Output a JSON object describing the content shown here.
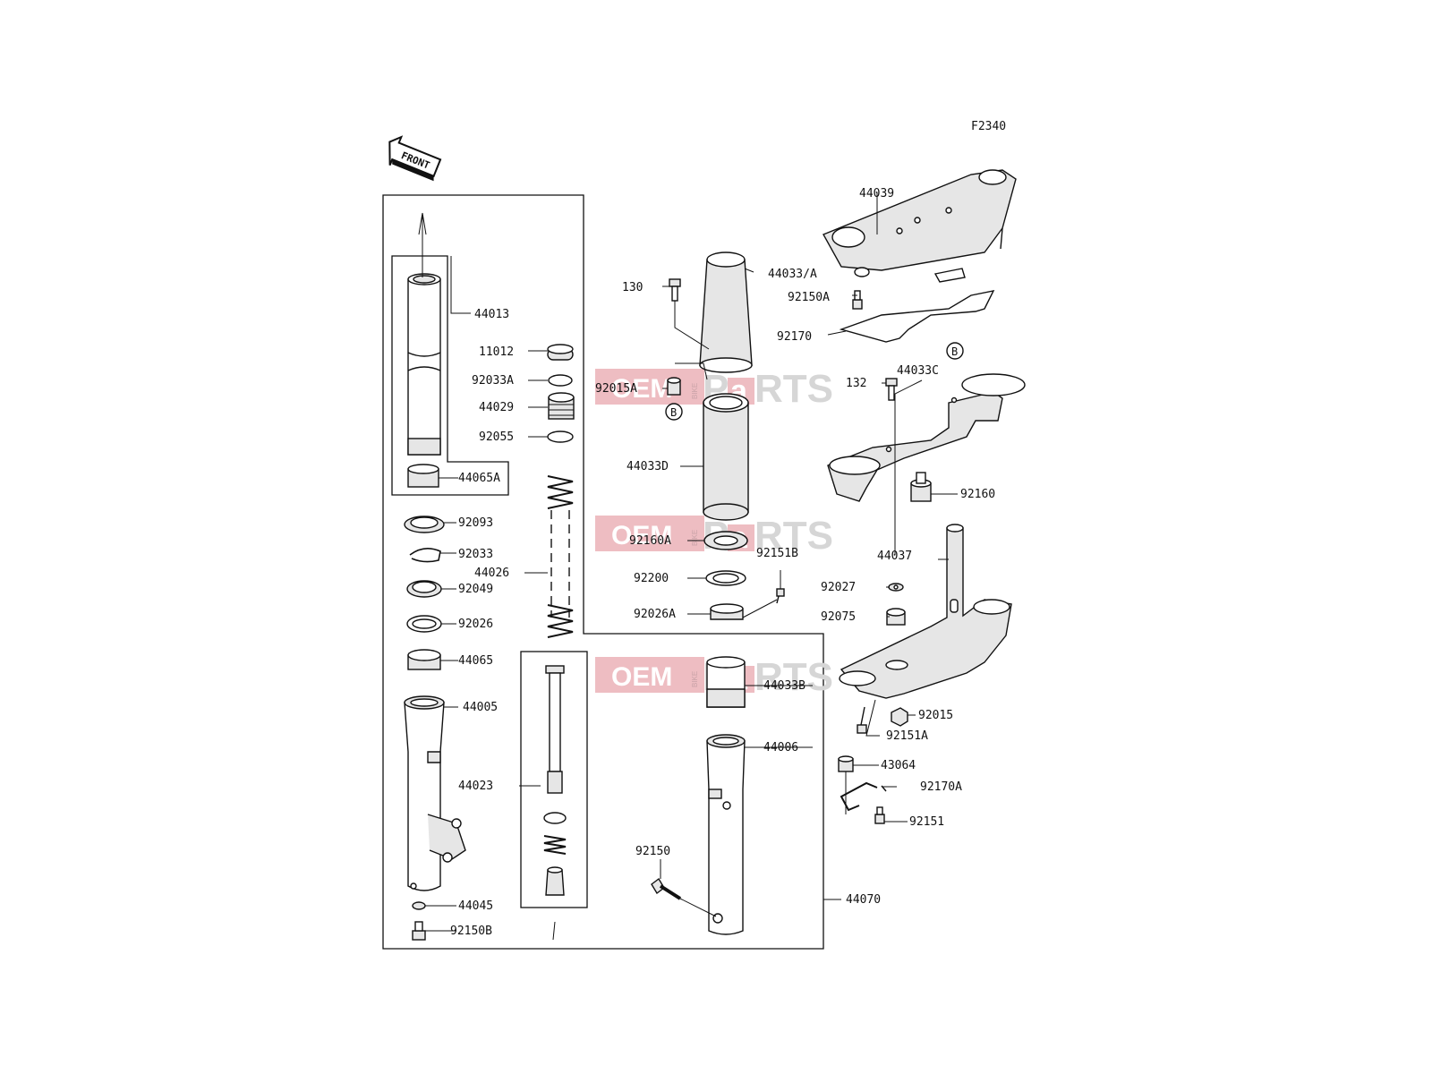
{
  "figure_code": "F2340",
  "front_marker": "FRONT",
  "ref_marker": "B",
  "watermark": {
    "oem": "OEM",
    "bike": "BIKE",
    "parts": "P",
    "parts_a": "a",
    "parts_rts": "RTS"
  },
  "parts": [
    {
      "id": "p44039",
      "number": "44039"
    },
    {
      "id": "p44033A",
      "number": "44033/A"
    },
    {
      "id": "p130",
      "number": "130"
    },
    {
      "id": "p92150A",
      "number": "92150A"
    },
    {
      "id": "p92170",
      "number": "92170"
    },
    {
      "id": "p44013",
      "number": "44013"
    },
    {
      "id": "p11012",
      "number": "11012"
    },
    {
      "id": "p92033A",
      "number": "92033A"
    },
    {
      "id": "p44029",
      "number": "44029"
    },
    {
      "id": "p92055",
      "number": "92055"
    },
    {
      "id": "p44065A",
      "number": "44065A"
    },
    {
      "id": "p92015A",
      "number": "92015A"
    },
    {
      "id": "p132",
      "number": "132"
    },
    {
      "id": "p44033C",
      "number": "44033C"
    },
    {
      "id": "p44033D",
      "number": "44033D"
    },
    {
      "id": "p92160",
      "number": "92160"
    },
    {
      "id": "p92093",
      "number": "92093"
    },
    {
      "id": "p92033",
      "number": "92033"
    },
    {
      "id": "p44026",
      "number": "44026"
    },
    {
      "id": "p92049",
      "number": "92049"
    },
    {
      "id": "p92026",
      "number": "92026"
    },
    {
      "id": "p44065",
      "number": "44065"
    },
    {
      "id": "p92160A",
      "number": "92160A"
    },
    {
      "id": "p92151B",
      "number": "92151B"
    },
    {
      "id": "p44037",
      "number": "44037"
    },
    {
      "id": "p92200",
      "number": "92200"
    },
    {
      "id": "p92027",
      "number": "92027"
    },
    {
      "id": "p92026A",
      "number": "92026A"
    },
    {
      "id": "p92075",
      "number": "92075"
    },
    {
      "id": "p44033B",
      "number": "44033B"
    },
    {
      "id": "p44005",
      "number": "44005"
    },
    {
      "id": "p92015",
      "number": "92015"
    },
    {
      "id": "p92151A",
      "number": "92151A"
    },
    {
      "id": "p44006",
      "number": "44006"
    },
    {
      "id": "p43064",
      "number": "43064"
    },
    {
      "id": "p44023",
      "number": "44023"
    },
    {
      "id": "p92170A",
      "number": "92170A"
    },
    {
      "id": "p92151",
      "number": "92151"
    },
    {
      "id": "p92150",
      "number": "92150"
    },
    {
      "id": "p44070",
      "number": "44070"
    },
    {
      "id": "p44045",
      "number": "44045"
    },
    {
      "id": "p92150B",
      "number": "92150B"
    }
  ]
}
